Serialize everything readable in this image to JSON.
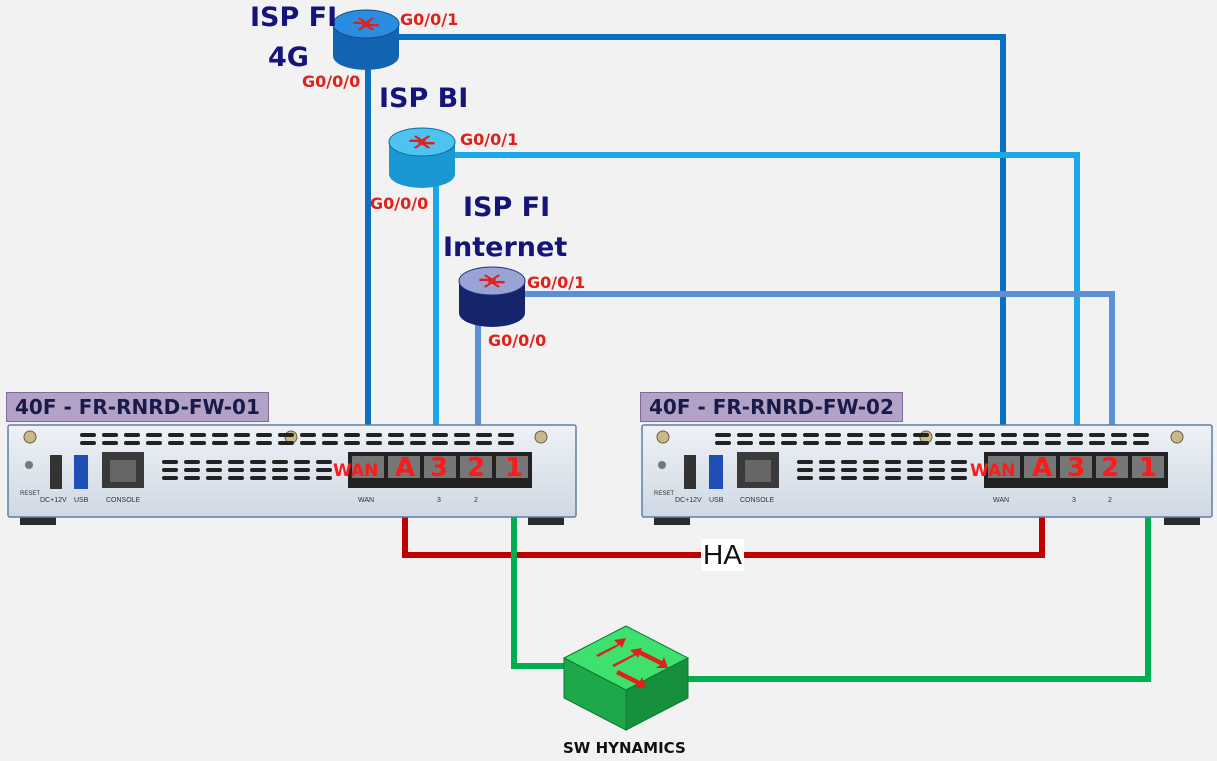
{
  "routers": {
    "isp_fi_4g": {
      "name_line1": "ISP FI",
      "name_line2": "4G",
      "port_up": "G0/0/1",
      "port_down": "G0/0/0"
    },
    "isp_bi": {
      "name": "ISP BI",
      "port_up": "G0/0/1",
      "port_down": "G0/0/0"
    },
    "isp_fi_internet": {
      "name_line1": "ISP FI",
      "name_line2": "Internet",
      "port_up": "G0/0/1",
      "port_down": "G0/0/0"
    }
  },
  "firewalls": [
    {
      "title": "40F - FR-RNRD-FW-01",
      "port_labels": {
        "wan": "WAN",
        "a": "A",
        "p3": "3",
        "p2": "2",
        "p1": "1"
      },
      "panel_text": {
        "reset": "RESET",
        "dc": "DC+12V",
        "usb": "USB",
        "console": "CONSOLE",
        "wan": "WAN",
        "p3": "3",
        "p2": "2"
      }
    },
    {
      "title": "40F - FR-RNRD-FW-02",
      "port_labels": {
        "wan": "WAN",
        "a": "A",
        "p3": "3",
        "p2": "2",
        "p1": "1"
      },
      "panel_text": {
        "reset": "RESET",
        "dc": "DC+12V",
        "usb": "USB",
        "console": "CONSOLE",
        "wan": "WAN",
        "p3": "3",
        "p2": "2"
      }
    }
  ],
  "ha_label": "HA",
  "switch": {
    "name": "SW HYNAMICS"
  },
  "colors": {
    "link_fi_4g": "#0a6fc2",
    "link_bi": "#1aa8e8",
    "link_fi_internet": "#5b8fd6",
    "link_ha": "#c00000",
    "link_switch": "#00b050",
    "router_fi_4g": "#1a7fd4",
    "router_bi": "#29b3ea",
    "router_internet": "#1c2f8a",
    "switch": "#22cc55",
    "firewall_body": "#dfe6ef"
  }
}
